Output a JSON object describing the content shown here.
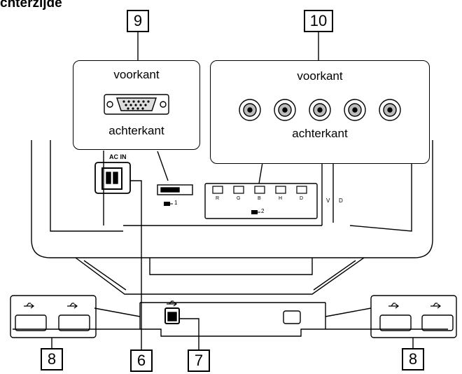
{
  "heading": "chterzijde",
  "callouts": {
    "vga": {
      "front": "voorkant",
      "back": "achterkant"
    },
    "bnc": {
      "front": "voorkant",
      "back": "achterkant"
    }
  },
  "panel": {
    "ac_in": "AC IN",
    "input1": "1",
    "input2": "2",
    "bnc_letters": [
      "R",
      "G",
      "B",
      "H",
      "D",
      "V",
      "D"
    ]
  },
  "badges": {
    "n9": "9",
    "n10": "10",
    "n8_left": "8",
    "n6": "6",
    "n7": "7",
    "n8_right": "8"
  },
  "icons": [
    "usb-icon",
    "bnc-connector-icon",
    "vga-connector-icon",
    "power-socket-icon",
    "input-icon"
  ]
}
